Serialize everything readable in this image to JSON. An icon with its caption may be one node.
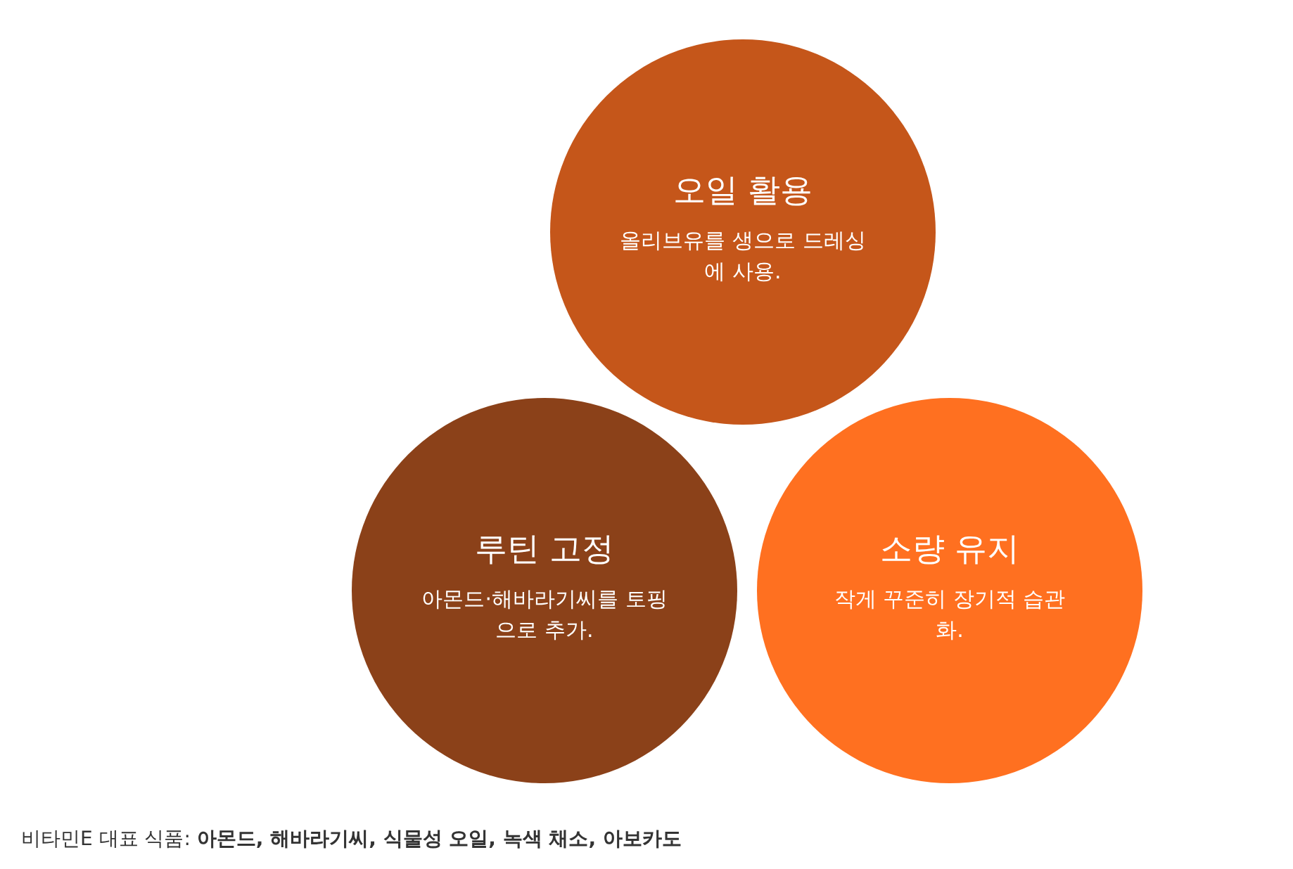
{
  "diagram": {
    "nodes": [
      {
        "text": [
          "오일 활용",
          "올리브유를 생으로 드레싱에 사용."
        ]
      },
      {
        "text": [
          "루틴 고정",
          "아몬드·해바라기씨를 토핑으로 추가."
        ]
      },
      {
        "text": [
          "소량 유지",
          "작게 꾸준히 장기적 습관화."
        ]
      }
    ],
    "labels": [
      "비타민E 대표 식품: **아몬드, 해바라기씨, 식물성 오일, 녹색 채소, 아보카도**"
    ]
  }
}
